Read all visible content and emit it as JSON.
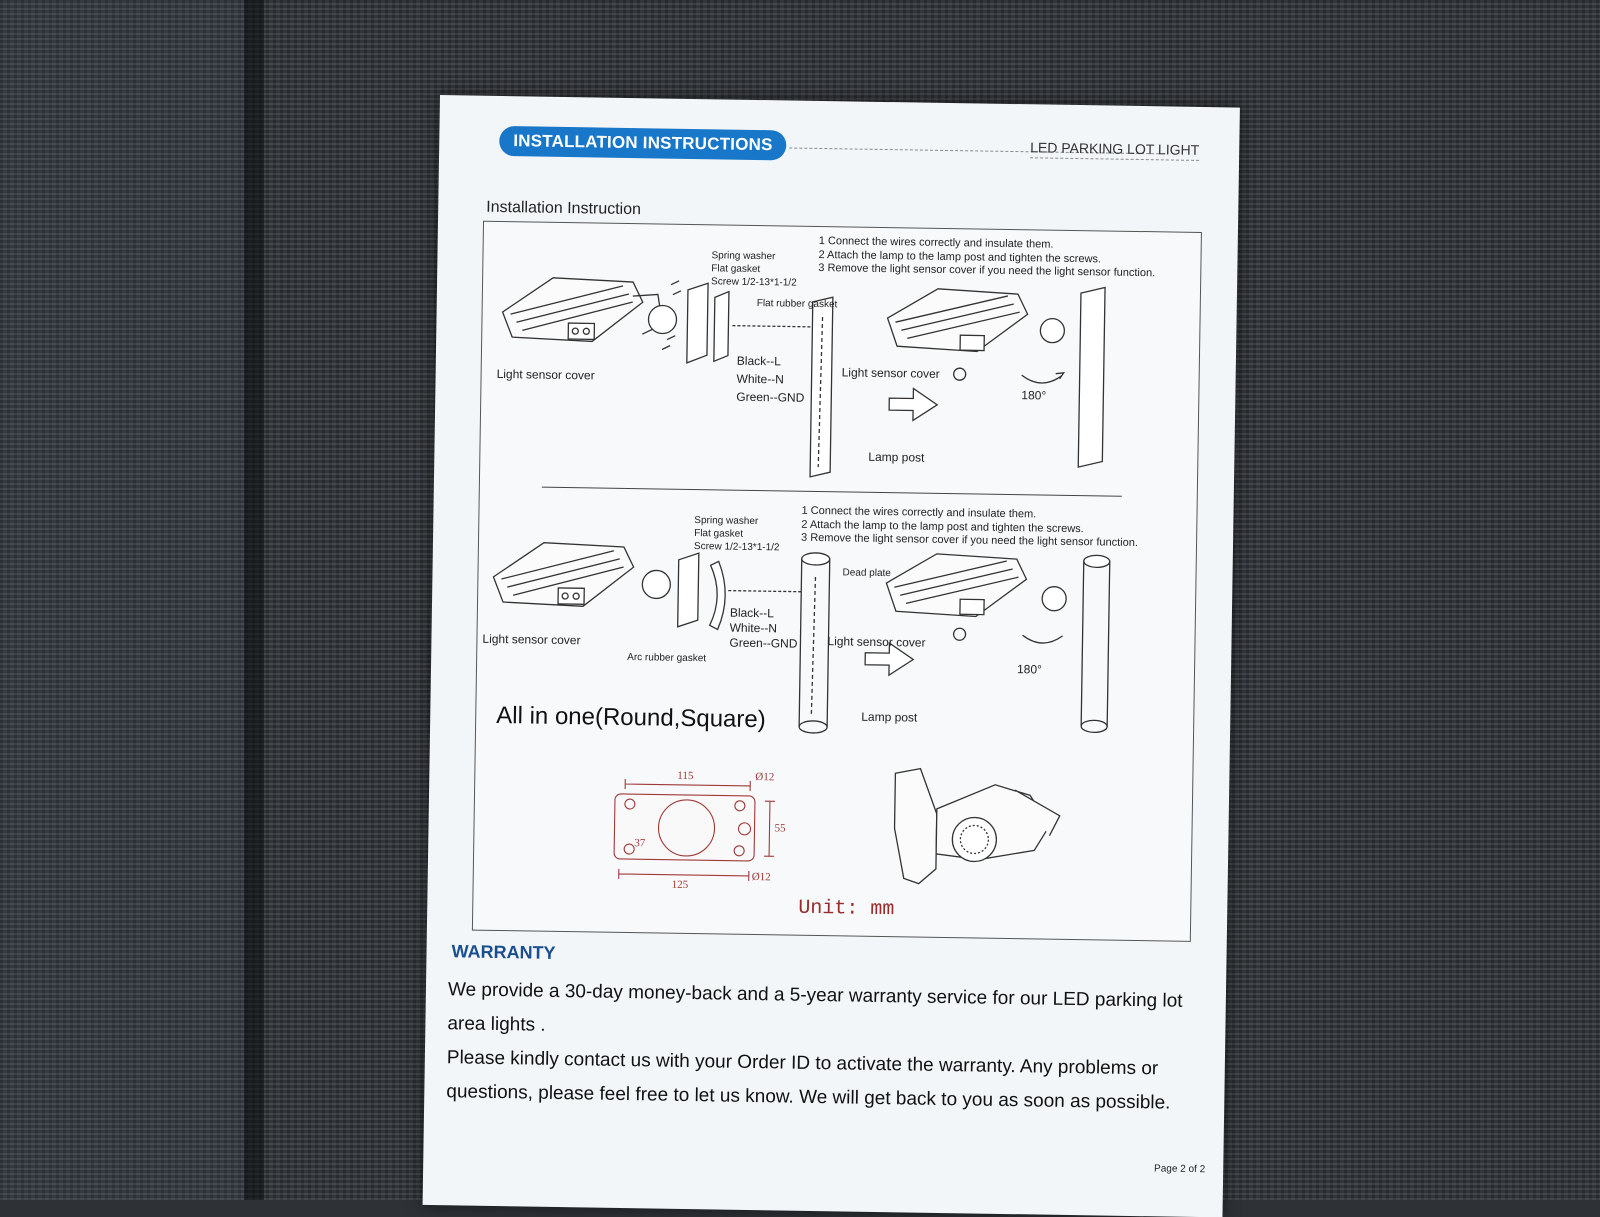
{
  "header": {
    "banner": "INSTALLATION INSTRUCTIONS",
    "product": "LED PARKING LOT LIGHT"
  },
  "section_heading": "Installation Instruction",
  "diagram_top": {
    "steps": [
      "1 Connect the wires correctly and insulate them.",
      "2 Attach the lamp to the lamp post and tighten the screws.",
      "3 Remove the light sensor cover if you need the light sensor function."
    ],
    "parts": [
      "Spring washer",
      "Flat gasket",
      "Screw 1/2-13*1-1/2"
    ],
    "flat_rubber_gasket": "Flat rubber gasket",
    "wires": [
      "Black--L",
      "White--N",
      "Green--GND"
    ],
    "light_sensor_cover": "Light sensor cover",
    "light_sensor_cover_right": "Light sensor cover",
    "rotation": "180°",
    "lamp_post": "Lamp post"
  },
  "diagram_bottom": {
    "steps": [
      "1 Connect the wires correctly and insulate them.",
      "2 Attach the lamp to the lamp post and tighten the screws.",
      "3 Remove the light sensor cover if you need the light sensor function."
    ],
    "parts": [
      "Spring washer",
      "Flat gasket",
      "Screw 1/2-13*1-1/2"
    ],
    "dead_plate": "Dead plate",
    "wires": [
      "Black--L",
      "White--N",
      "Green--GND"
    ],
    "light_sensor_cover": "Light sensor cover",
    "light_sensor_cover_right": "Light sensor cover",
    "arc_rubber_gasket": "Arc rubber gasket",
    "rotation": "180°",
    "lamp_post": "Lamp post"
  },
  "all_in_one": "All in one(Round,Square)",
  "dimensions": {
    "top_width": "115",
    "bottom_width": "125",
    "height": "55",
    "hole_top": "Ø12",
    "hole_bottom": "Ø12",
    "small": "37"
  },
  "unit_note": "Unit: mm",
  "warranty": {
    "heading": "WARRANTY",
    "paragraph1": "We provide a 30-day money-back and a 5-year warranty service for our LED parking lot area lights .",
    "paragraph2": "Please kindly contact us with your Order ID to activate the warranty. Any problems or questions, please feel free to let us know. We will get back to you as soon as possible."
  },
  "page_number": "Page 2 of 2",
  "colors": {
    "banner": "#1877c9",
    "warranty_heading": "#1a4f8f",
    "dimension_lines": "#a03a3a",
    "carpet": "#34383c"
  }
}
